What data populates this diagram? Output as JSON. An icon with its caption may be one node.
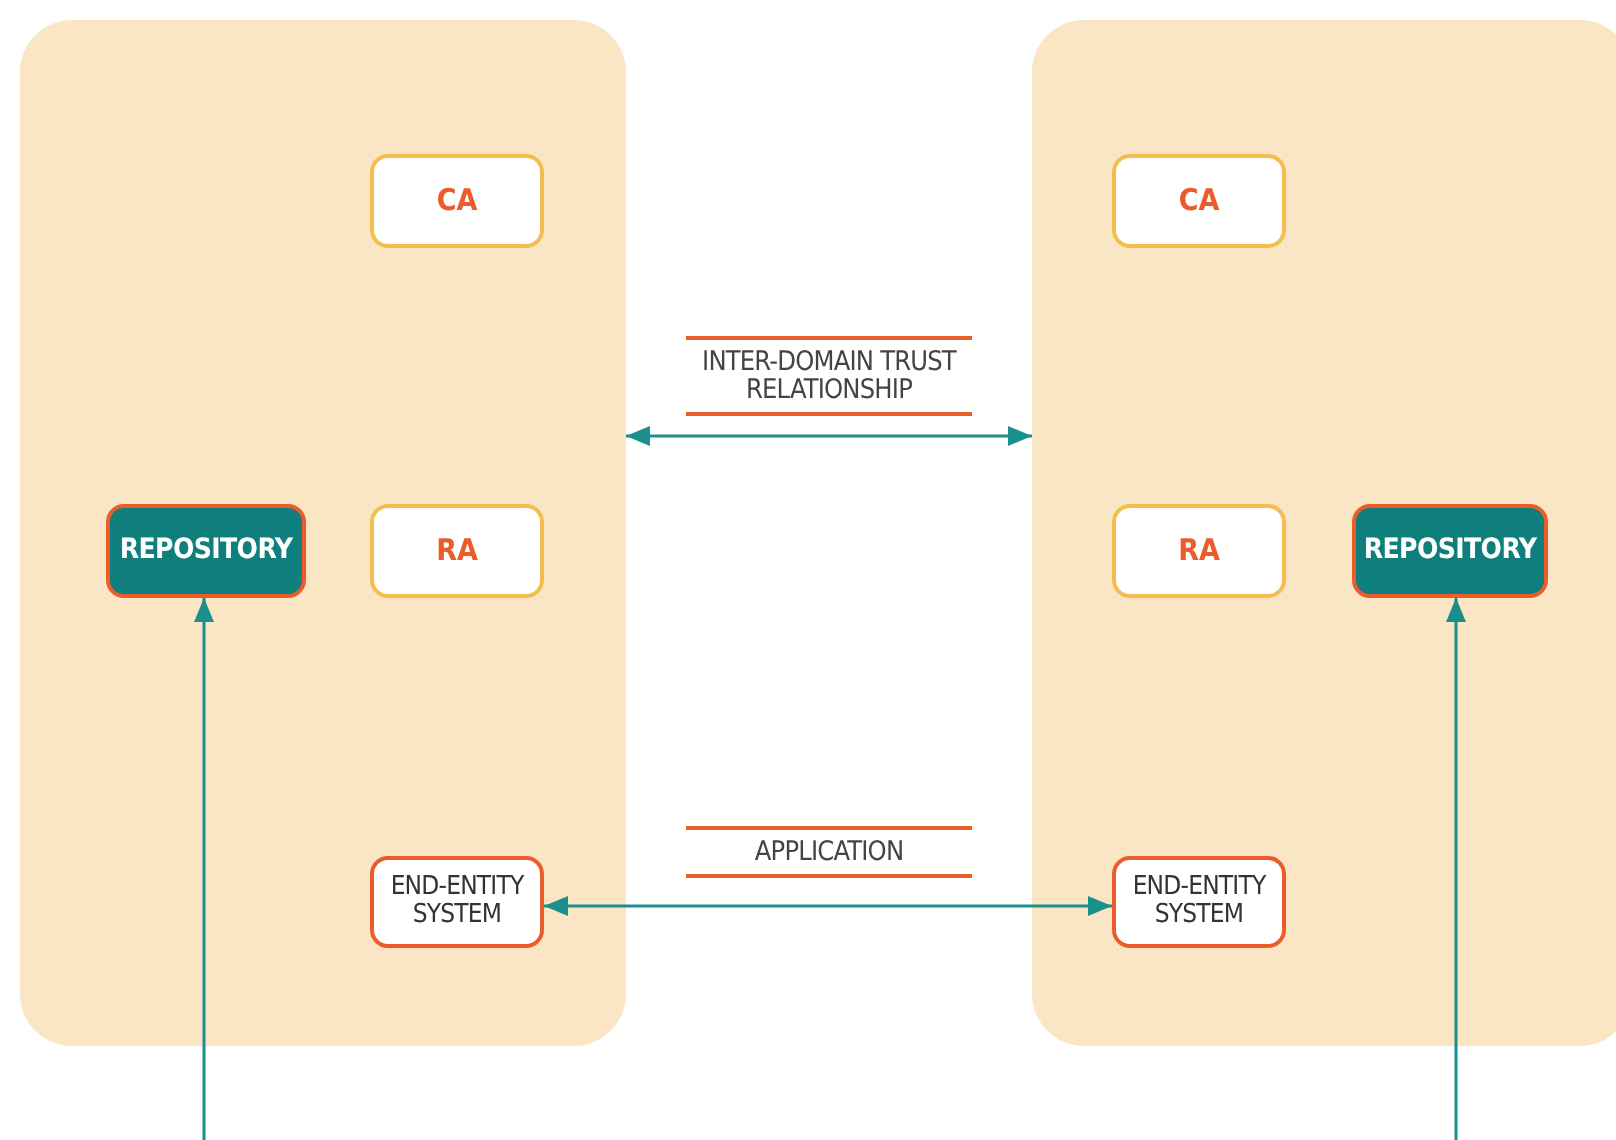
{
  "diagram": {
    "nodes": [
      {
        "text": [],
        "shape": "box"
      },
      {
        "text": [
          "CA"
        ],
        "in": 0
      },
      {
        "text": [
          "REPOSITORY"
        ],
        "in": 0
      },
      {
        "text": [
          "RA"
        ],
        "in": 0
      },
      {
        "text": [
          "END-ENTITY SYSTEM"
        ],
        "in": 0
      },
      {
        "text": [],
        "shape": "box"
      },
      {
        "text": [
          "CA"
        ],
        "in": 5
      },
      {
        "text": [
          "RA"
        ],
        "in": 5
      },
      {
        "text": [
          "REPOSITORY"
        ],
        "in": 5
      },
      {
        "text": [
          "END-ENTITY SYSTEM"
        ],
        "in": 5
      }
    ],
    "edges": [
      {
        "from": 0,
        "to": 5,
        "arrow": "both",
        "label": "INTER-DOMAIN TRUST RELATIONSHIP"
      },
      {
        "from": 4,
        "to": 9,
        "arrow": "both",
        "label": "APPLICATION"
      },
      {
        "from": null,
        "to": 2,
        "arrow": "to"
      },
      {
        "from": null,
        "to": 8,
        "arrow": "to"
      }
    ]
  }
}
